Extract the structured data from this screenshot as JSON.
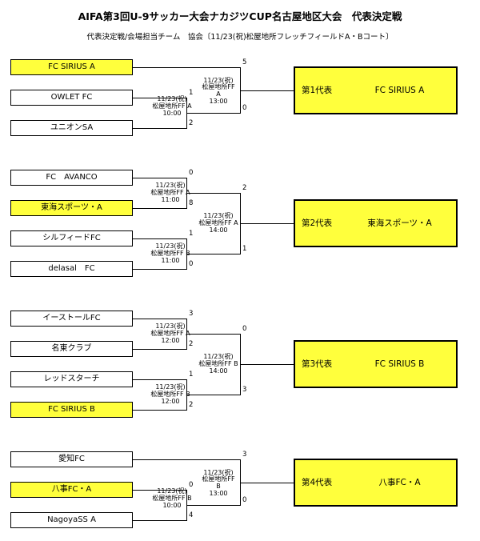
{
  "title": "AIFA第3回U-9サッカー大会ナカジツCUP名古屋地区大会　代表決定戦",
  "subtitle": "代表決定戦/会場担当チーム　協会〔11/23(祝)松屋地所フレッチフィールドA・Bコート〕",
  "groups": [
    {
      "teams": [
        {
          "name": "FC SIRIUS A",
          "winner": true
        },
        {
          "name": "OWLET FC",
          "winner": false
        },
        {
          "name": "ユニオンSA",
          "winner": false
        }
      ],
      "match1": {
        "info": [
          "11/23(祝)",
          "松屋地所FF A",
          "10:00"
        ],
        "score_top": "1",
        "score_bottom": "2"
      },
      "final": {
        "info": [
          "11/23(祝)",
          "松屋地所FF",
          "A",
          "13:00"
        ],
        "score_top": "5",
        "score_bottom": "0"
      },
      "rep": {
        "label": "第1代表",
        "name": "FC SIRIUS A"
      }
    },
    {
      "teams": [
        {
          "name": "FC　AVANCO",
          "winner": false
        },
        {
          "name": "東海スポーツ・A",
          "winner": true
        },
        {
          "name": "シルフィードFC",
          "winner": false
        },
        {
          "name": "delasal　FC",
          "winner": false
        }
      ],
      "match1": {
        "info": [
          "11/23(祝)",
          "松屋地所FF A",
          "11:00"
        ],
        "score_top": "0",
        "score_bottom": "8"
      },
      "match2": {
        "info": [
          "11/23(祝)",
          "松屋地所FF B",
          "11:00"
        ],
        "score_top": "1",
        "score_bottom": "0"
      },
      "final": {
        "info": [
          "11/23(祝)",
          "松屋地所FF A",
          "14:00"
        ],
        "score_top": "2",
        "score_bottom": "1"
      },
      "rep": {
        "label": "第2代表",
        "name": "東海スポーツ・A"
      }
    },
    {
      "teams": [
        {
          "name": "イーストールFC",
          "winner": false
        },
        {
          "name": "名東クラブ",
          "winner": false
        },
        {
          "name": "レッドスターチ",
          "winner": false
        },
        {
          "name": "FC SIRIUS B",
          "winner": true
        }
      ],
      "match1": {
        "info": [
          "11/23(祝)",
          "松屋地所FF A",
          "12:00"
        ],
        "score_top": "3",
        "score_bottom": "2"
      },
      "match2": {
        "info": [
          "11/23(祝)",
          "松屋地所FF B",
          "12:00"
        ],
        "score_top": "1",
        "score_bottom": "2"
      },
      "final": {
        "info": [
          "11/23(祝)",
          "松屋地所FF B",
          "14:00"
        ],
        "score_top": "0",
        "score_bottom": "3"
      },
      "rep": {
        "label": "第3代表",
        "name": "FC SIRIUS B"
      }
    },
    {
      "teams": [
        {
          "name": "愛知FC",
          "winner": false
        },
        {
          "name": "八事FC・A",
          "winner": true
        },
        {
          "name": "NagoyaSS A",
          "winner": false
        }
      ],
      "match1": {
        "info": [
          "11/23(祝)",
          "松屋地所FF B",
          "10:00"
        ],
        "score_top": "0",
        "score_bottom": "4"
      },
      "final": {
        "info": [
          "11/23(祝)",
          "松屋地所FF",
          "B",
          "13:00"
        ],
        "score_top": "3",
        "score_bottom": "0"
      },
      "rep": {
        "label": "第4代表",
        "name": "八事FC・A"
      }
    }
  ]
}
